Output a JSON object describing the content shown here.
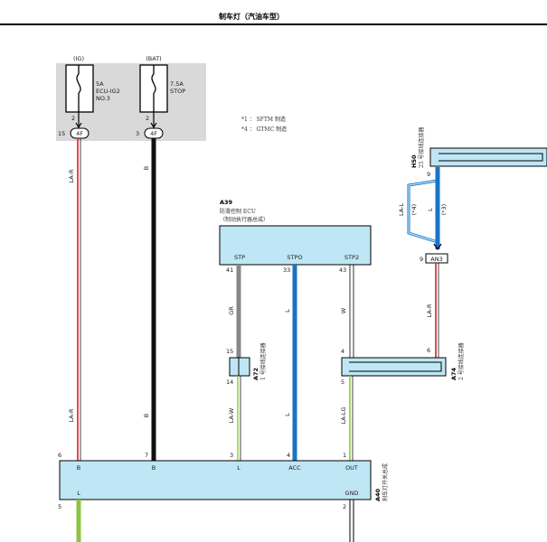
{
  "title": "制车灯（汽油车型）",
  "fuses": [
    {
      "source": "(IG)",
      "rating": "5A",
      "name": "ECU-IG2",
      "extra": "NO.3",
      "pin": "2",
      "conn_pin": "15",
      "conn": "4F"
    },
    {
      "source": "(BAT)",
      "rating": "7.5A",
      "name": "STOP",
      "extra": "",
      "pin": "2",
      "conn_pin": "3",
      "conn": "4F"
    }
  ],
  "notes": [
    "*1 ： SFTM 制造",
    "*4 ： GTMC 制造"
  ],
  "wire_colors": {
    "la_r": "LA-R",
    "b": "B",
    "gr": "GR",
    "l": "L",
    "w": "W",
    "la_w": "LA-W",
    "la_lg": "LA-LG",
    "la_l": "LA-L",
    "note4": "(*4)",
    "note3": "(*3)"
  },
  "ecu": {
    "code": "A39",
    "name_lines": [
      "防滑控制 ECU",
      "（制动执行器总成）"
    ],
    "pins": [
      {
        "label": "STP",
        "num": "41"
      },
      {
        "label": "STPO",
        "num": "33"
      },
      {
        "label": "STP2",
        "num": "43"
      }
    ]
  },
  "h50": {
    "code": "H50",
    "desc": "25 号接线连接器",
    "pin": "9"
  },
  "an3": {
    "pin": "9",
    "conn": "AN3",
    "pin_bottom": "6"
  },
  "j12": {
    "code": "A72",
    "desc": "1 号接线连接器",
    "pin_top": "15",
    "pin_bottom": "14"
  },
  "a74": {
    "code": "A74",
    "desc": "2 号接线连接器",
    "pin_top_left": "4",
    "pin_bottom_left": "5",
    "pin_right": "6"
  },
  "switch": {
    "code": "A40",
    "desc": "刹车灯开关总成",
    "pins_top": [
      {
        "label": "B",
        "num": "6"
      },
      {
        "label": "B",
        "num": "7"
      },
      {
        "label": "L",
        "num": "3"
      },
      {
        "label": "ACC",
        "num": "4"
      },
      {
        "label": "OUT",
        "num": "1"
      }
    ],
    "pins_bottom": [
      {
        "label": "L",
        "num": "5"
      },
      {
        "label": "GND",
        "num": "2"
      }
    ]
  },
  "colors": {
    "red": "#d0202a",
    "blue": "#1a73c8",
    "black": "#111111",
    "gray": "#888888",
    "green": "#8cc63f",
    "panel": "#bfe6f5",
    "fusebox": "#d9d9d9"
  }
}
